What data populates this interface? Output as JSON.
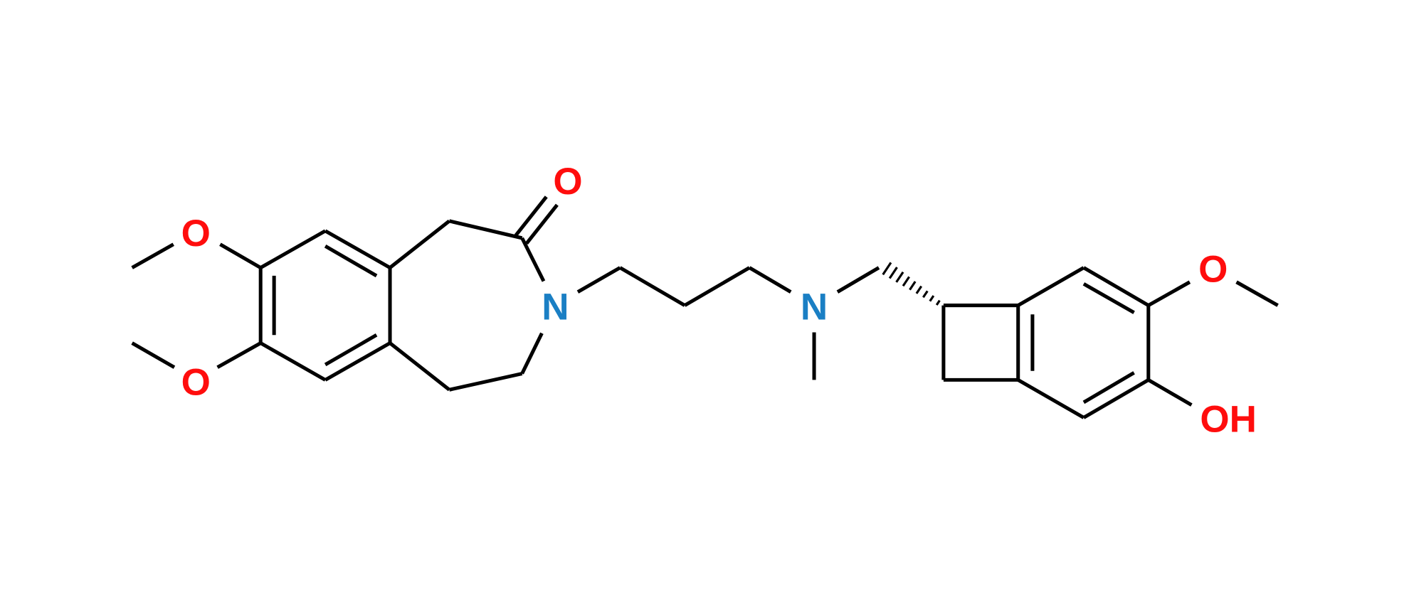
{
  "molecule": {
    "atoms": {
      "o_methoxy_top_left": "O",
      "o_methoxy_bottom_left": "O",
      "o_carbonyl": "O",
      "n_lactam": "N",
      "n_amine": "N",
      "o_methoxy_right": "O",
      "oh_right": "OH"
    }
  },
  "colors": {
    "oxygen": "#ff0d0d",
    "nitrogen": "#1a7fc4",
    "bond": "#000000"
  }
}
